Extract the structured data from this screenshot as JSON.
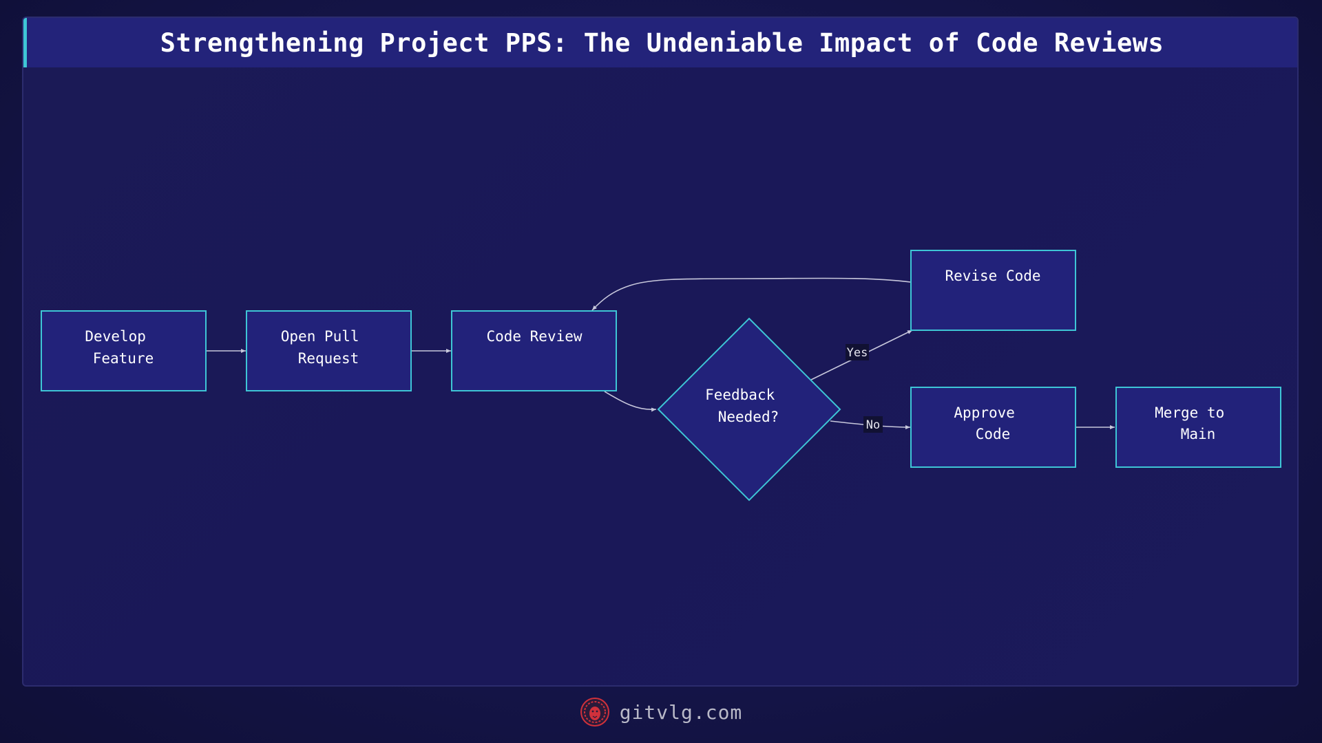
{
  "title": "Strengthening Project PPS: The Undeniable Impact of Code Reviews",
  "colors": {
    "title_bar": "#23237a",
    "accent": "#3ec6d6",
    "node_fill": "#22227a",
    "node_stroke": "#3ec6d6",
    "edge": "#c8c8dc",
    "edge_label_bg": "#111133",
    "logo": "#d0313b"
  },
  "nodes": {
    "develop": [
      "Develop",
      "Feature"
    ],
    "open_pr": [
      "Open Pull",
      "Request"
    ],
    "review": [
      "Code Review"
    ],
    "decision": [
      "Feedback",
      "Needed?"
    ],
    "revise": [
      "Revise Code"
    ],
    "approve": [
      "Approve",
      "Code"
    ],
    "merge": [
      "Merge to",
      "Main"
    ]
  },
  "edges": {
    "yes_label": "Yes",
    "no_label": "No"
  },
  "footer": {
    "site": "gitvlg.com",
    "logo_icon": "lion-head-icon"
  }
}
